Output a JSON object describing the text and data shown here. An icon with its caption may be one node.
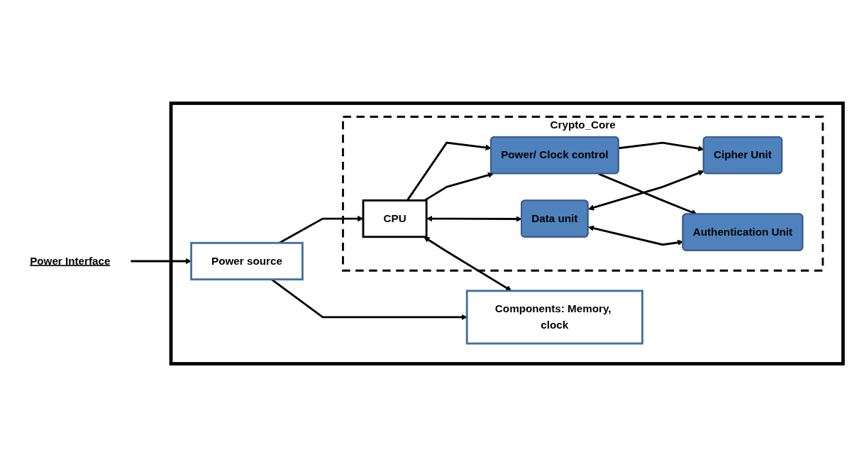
{
  "diagram": {
    "nodes": [
      {
        "text": [
          "Power Interface"
        ]
      },
      {
        "text": [],
        "shape": "box"
      },
      {
        "text": [
          "Power source"
        ],
        "in": 1
      },
      {
        "text": [
          "Components: Memory, clock"
        ],
        "in": 1
      },
      {
        "text": [
          "Crypto_Core"
        ],
        "in": 1
      },
      {
        "text": [
          "CPU"
        ],
        "in": 4
      },
      {
        "text": [
          "Power/ Clock control"
        ],
        "in": 4
      },
      {
        "text": [
          "Data unit"
        ],
        "in": 4
      },
      {
        "text": [
          "Cipher Unit"
        ],
        "in": 4
      },
      {
        "text": [
          "Authentication Unit"
        ],
        "in": 4
      }
    ],
    "edges": [
      {
        "from": 0,
        "to": 2,
        "arrow": "to"
      },
      {
        "from": 2,
        "to": 5,
        "arrow": "to"
      },
      {
        "from": 2,
        "to": 3,
        "arrow": "to"
      },
      {
        "from": 5,
        "to": 3,
        "arrow": "both"
      },
      {
        "from": 5,
        "to": 7,
        "arrow": "both"
      },
      {
        "from": 5,
        "to": 6,
        "arrow": "to"
      },
      {
        "from": 5,
        "to": 6,
        "arrow": "to"
      },
      {
        "from": 6,
        "to": 8,
        "arrow": "to"
      },
      {
        "from": 6,
        "to": 9,
        "arrow": "to"
      },
      {
        "from": 7,
        "to": 8,
        "arrow": "both"
      },
      {
        "from": 7,
        "to": 9,
        "arrow": "both"
      }
    ]
  }
}
